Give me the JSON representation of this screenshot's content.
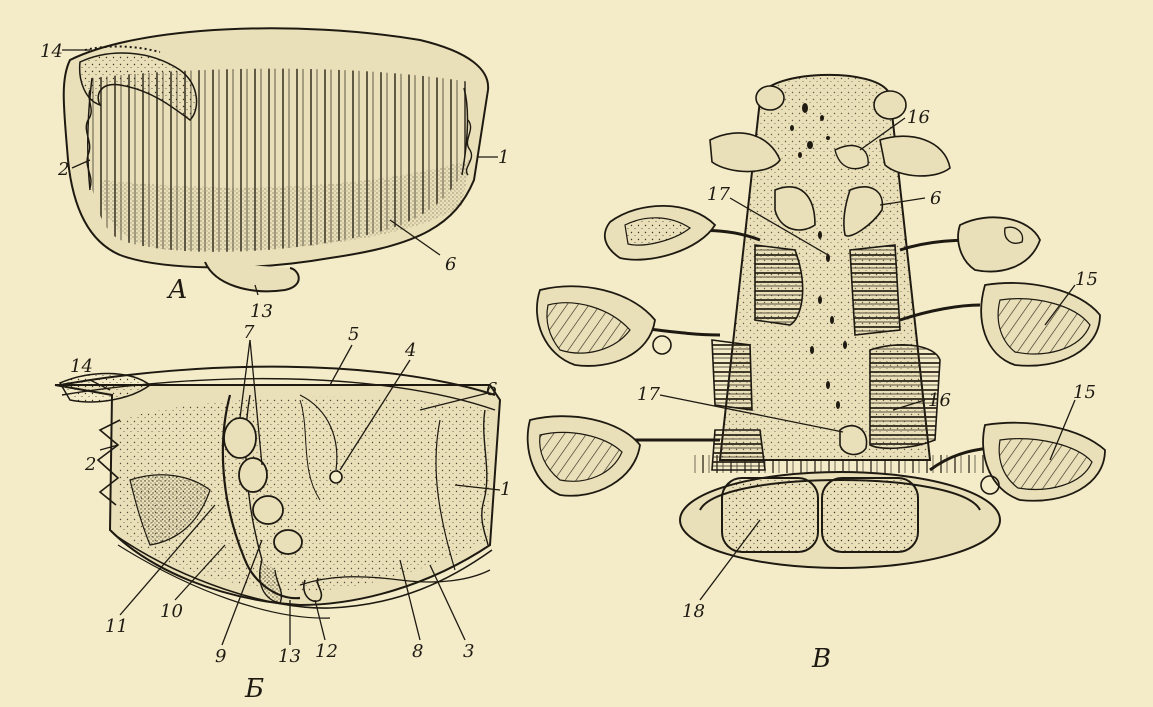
{
  "colors": {
    "paper": "#f4ecc9",
    "ink": "#1e1a12",
    "tissue": "#e9dfb8"
  },
  "panels": {
    "a": {
      "letter": "А",
      "labels": {
        "l1": "1",
        "l2": "2",
        "l6": "6",
        "l13": "13",
        "l14": "14"
      }
    },
    "b": {
      "letter": "Б",
      "labels": {
        "l1": "1",
        "l2": "2",
        "l3": "3",
        "l4": "4",
        "l5": "5",
        "l6": "6",
        "l7": "7",
        "l8": "8",
        "l9": "9",
        "l10": "10",
        "l11": "11",
        "l12": "12",
        "l13": "13",
        "l14": "14"
      }
    },
    "c": {
      "letter": "В",
      "labels": {
        "l6": "6",
        "l15a": "15",
        "l15b": "15",
        "l16a": "16",
        "l16b": "16",
        "l17a": "17",
        "l17b": "17",
        "l18": "18"
      }
    }
  }
}
